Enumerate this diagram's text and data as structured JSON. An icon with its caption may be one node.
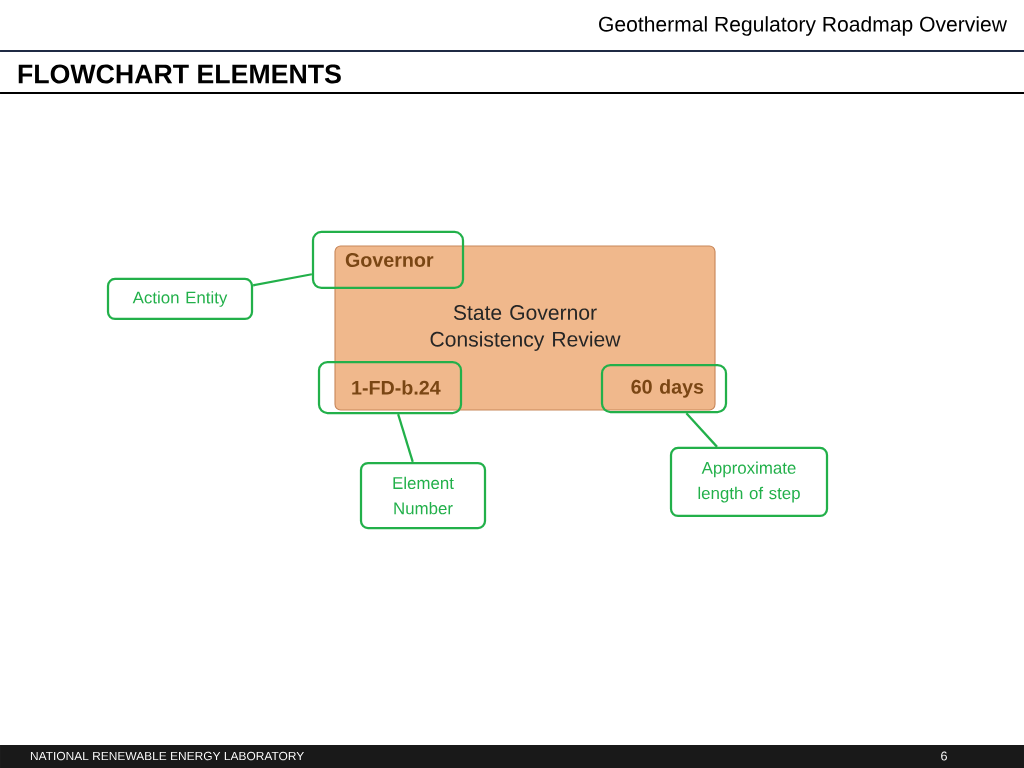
{
  "diagram": {
    "title": "Geothermal Regulatory Roadmap Overview",
    "nodes": [
      {
        "text": [
          "State Governor Consistency Review"
        ]
      },
      {
        "text": [
          "Governor"
        ]
      },
      {
        "text": [
          "1-FD-b.24"
        ]
      },
      {
        "text": [
          "60 days"
        ]
      },
      {
        "text": [
          "Action Entity"
        ]
      },
      {
        "text": [
          "Element Number"
        ]
      },
      {
        "text": [
          "Approximate length of step"
        ]
      }
    ],
    "edges": [
      {
        "from": 4,
        "to": 1,
        "arrow": "none"
      },
      {
        "from": 5,
        "to": 2,
        "arrow": "none"
      },
      {
        "from": 6,
        "to": 3,
        "arrow": "none"
      }
    ],
    "labels": [
      "FLOWCHART ELEMENTS",
      "NATIONAL RENEWABLE ENERGY LABORATORY",
      "6"
    ]
  }
}
